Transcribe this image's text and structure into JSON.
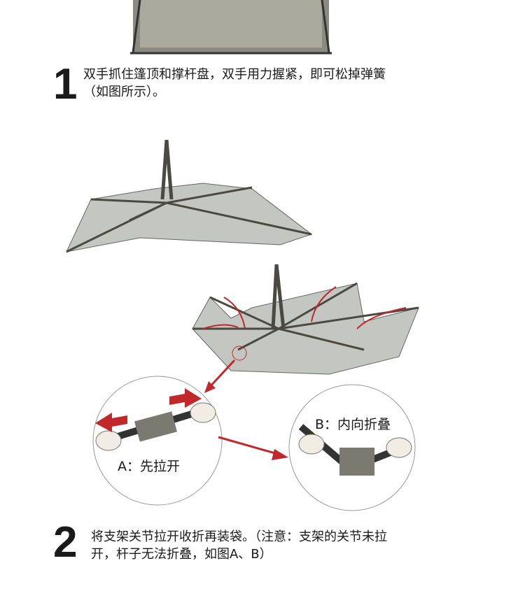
{
  "step1": {
    "number": "1",
    "line1": "双手抓住篷顶和撑杆盘，双手用力握紧，即可松掉弹簧",
    "line2": "（如图所示）。"
  },
  "step2": {
    "number": "2",
    "line1": "将支架关节拉开收折再装袋。（注意：支架的关节未拉",
    "line2": "开，杆子无法折叠，如图A、B）"
  },
  "callouts": {
    "a": "A：先拉开",
    "b": "B：内向折叠"
  },
  "colors": {
    "arrow": "#c0282b",
    "tent": "#b9bdb6",
    "frame": "#4a4a42"
  }
}
